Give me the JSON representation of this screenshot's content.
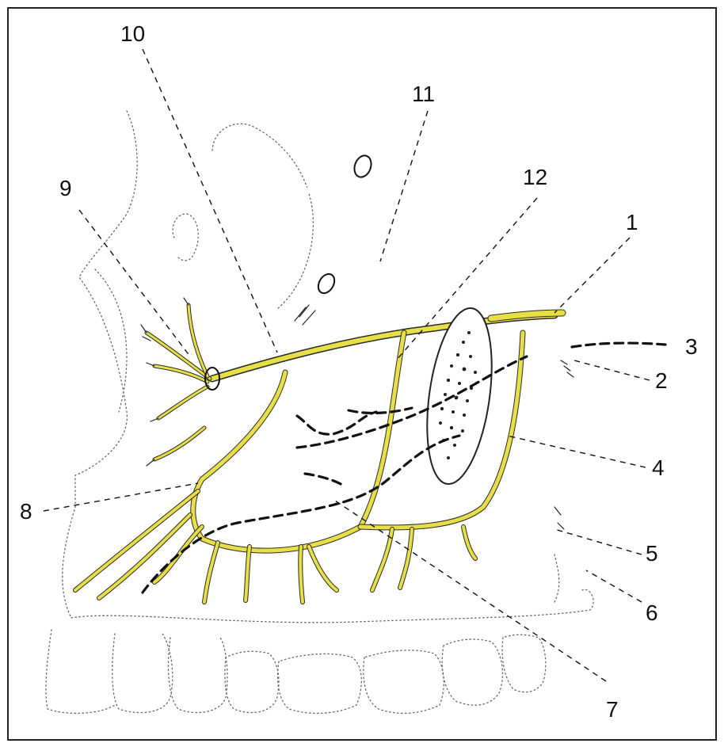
{
  "figure": {
    "labels": [
      {
        "id": "1",
        "text": "1"
      },
      {
        "id": "2",
        "text": "2"
      },
      {
        "id": "3",
        "text": "3"
      },
      {
        "id": "4",
        "text": "4"
      },
      {
        "id": "5",
        "text": "5"
      },
      {
        "id": "6",
        "text": "6"
      },
      {
        "id": "7",
        "text": "7"
      },
      {
        "id": "8",
        "text": "8"
      },
      {
        "id": "9",
        "text": "9"
      },
      {
        "id": "10",
        "text": "10"
      },
      {
        "id": "11",
        "text": "11"
      },
      {
        "id": "12",
        "text": "12"
      }
    ],
    "colors": {
      "nerve": "#e8df47",
      "outline": "#2b2b2b",
      "background": "#ffffff"
    }
  }
}
